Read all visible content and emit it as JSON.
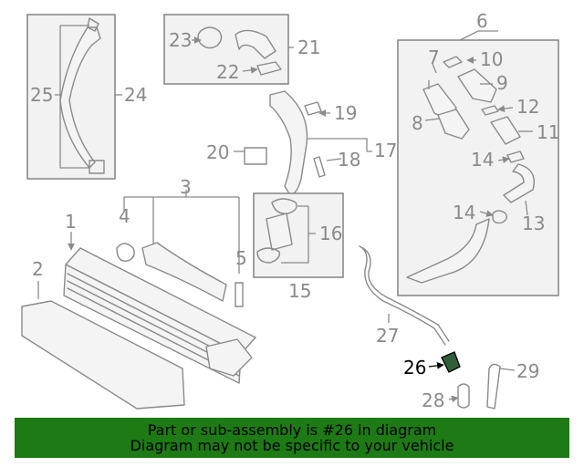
{
  "callouts": {
    "c1": "1",
    "c2": "2",
    "c3": "3",
    "c4": "4",
    "c5": "5",
    "c6": "6",
    "c7": "7",
    "c8": "8",
    "c9": "9",
    "c10": "10",
    "c11": "11",
    "c12": "12",
    "c13": "13",
    "c14a": "14",
    "c14b": "14",
    "c15": "15",
    "c16": "16",
    "c17": "17",
    "c18": "18",
    "c19": "19",
    "c20": "20",
    "c21": "21",
    "c22": "22",
    "c23": "23",
    "c24": "24",
    "c25": "25",
    "c26": "26",
    "c27": "27",
    "c28": "28",
    "c29": "29"
  },
  "highlighted_part": "26",
  "colors": {
    "banner": "#1d7a14",
    "line_art": "#8a8a8a",
    "highlight_part": "#2f5f3a"
  },
  "banner": {
    "line1": "Part or sub-assembly is #26 in diagram",
    "line2": "Diagram may not be specific to your vehicle"
  }
}
